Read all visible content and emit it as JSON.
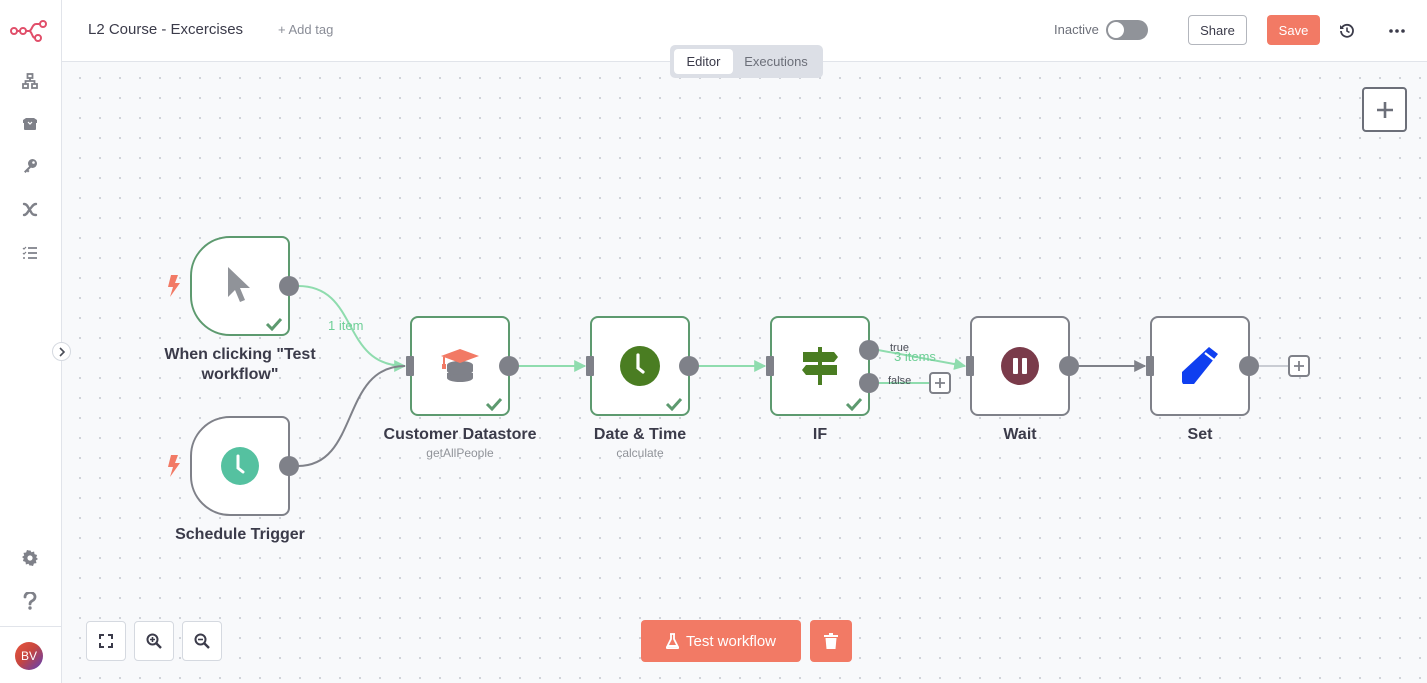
{
  "header": {
    "workflow_title": "L2 Course - Excercises",
    "add_tag_label": "+ Add tag",
    "active_status_label": "Inactive",
    "active": false,
    "share_label": "Share",
    "save_label": "Save",
    "history_icon": "history-icon",
    "more_icon": "more-horizontal-icon"
  },
  "tabs": [
    {
      "label": "Editor",
      "active": true
    },
    {
      "label": "Executions",
      "active": false
    }
  ],
  "sidebar": {
    "logo": "n8n-logo",
    "items": [
      {
        "name": "workflows",
        "icon": "network-icon"
      },
      {
        "name": "templates",
        "icon": "box-icon"
      },
      {
        "name": "credentials",
        "icon": "key-icon"
      },
      {
        "name": "variables",
        "icon": "variable-icon"
      },
      {
        "name": "executions",
        "icon": "tasks-icon"
      }
    ],
    "bottom_items": [
      {
        "name": "settings",
        "icon": "gear-icon"
      },
      {
        "name": "help",
        "icon": "question-icon"
      }
    ],
    "avatar_initials": "BV"
  },
  "nodes": [
    {
      "id": "manual",
      "label": "When clicking \"Test workflow\"",
      "label_line1": "When clicking \"Test",
      "label_line2": "workflow\"",
      "icon": "cursor-icon",
      "status": "success",
      "trigger": true
    },
    {
      "id": "schedule",
      "label": "Schedule Trigger",
      "icon": "clock-icon",
      "status": "idle",
      "trigger": true
    },
    {
      "id": "datastore",
      "label": "Customer Datastore",
      "subtitle": "getAllPeople",
      "icon": "datastore-icon",
      "status": "success"
    },
    {
      "id": "datetime",
      "label": "Date & Time",
      "subtitle": "calculate",
      "icon": "clock-icon",
      "status": "success"
    },
    {
      "id": "if",
      "label": "IF",
      "icon": "signpost-icon",
      "status": "success"
    },
    {
      "id": "wait",
      "label": "Wait",
      "icon": "pause-icon",
      "status": "idle"
    },
    {
      "id": "set",
      "label": "Set",
      "icon": "pencil-icon",
      "status": "idle"
    }
  ],
  "edges": [
    {
      "from": "manual",
      "to": "datastore",
      "label": "1 item",
      "executed": true
    },
    {
      "from": "schedule",
      "to": "datastore",
      "executed": false
    },
    {
      "from": "datastore",
      "to": "datetime",
      "executed": true
    },
    {
      "from": "datetime",
      "to": "if",
      "executed": true
    },
    {
      "from": "if",
      "branch": "true",
      "to": "wait",
      "label": "3 items",
      "executed": true
    },
    {
      "from": "if",
      "branch": "false",
      "to": null,
      "executed": true
    },
    {
      "from": "wait",
      "to": "set",
      "executed": false
    }
  ],
  "branch_labels": {
    "true": "true",
    "false": "false"
  },
  "footer": {
    "test_workflow_label": "Test workflow",
    "zoom_controls": [
      "fit-view",
      "zoom-in",
      "zoom-out"
    ]
  },
  "colors": {
    "accent": "#f27a65",
    "success": "#5d9a6f",
    "executed_edge": "#8fdcae",
    "idle_edge": "#7f8189"
  }
}
